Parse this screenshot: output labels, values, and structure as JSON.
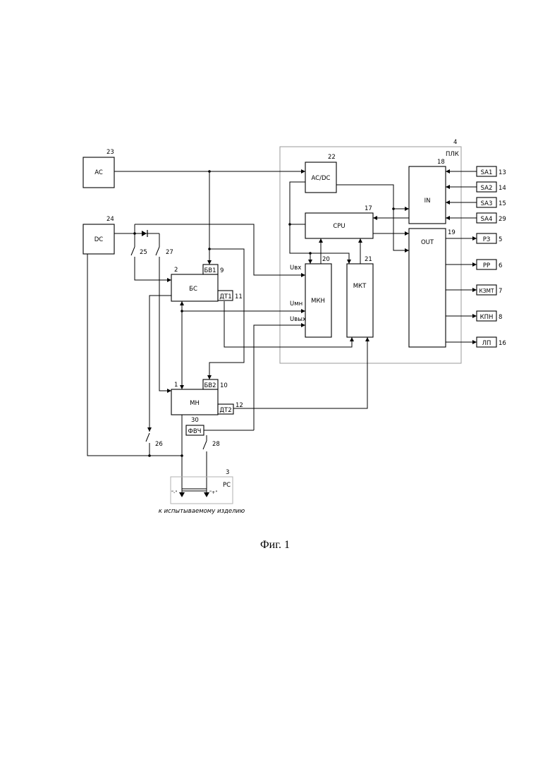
{
  "blocks": {
    "ac": "AC",
    "dc": "DC",
    "bs": "БС",
    "mn": "МН",
    "bv1": "БВ1",
    "bv2": "БВ2",
    "dt1": "ДТ1",
    "dt2": "ДТ2",
    "fvch": "ФВЧ",
    "acdc": "AC/DC",
    "cpu": "CPU",
    "mkn": "МКН",
    "mkt": "МКТ",
    "in": "IN",
    "out": "OUT",
    "sa1": "SA1",
    "sa2": "SA2",
    "sa3": "SA3",
    "sa4": "SA4",
    "rz": "РЗ",
    "rr": "РР",
    "kzmt": "КЗМТ",
    "kpn": "КПН",
    "lp": "ЛП",
    "plc": "ПЛК",
    "rc": "РС"
  },
  "numbers": {
    "n23": "23",
    "n24": "24",
    "n25": "25",
    "n27": "27",
    "n2": "2",
    "n9": "9",
    "n11": "11",
    "n1": "1",
    "n10": "10",
    "n12": "12",
    "n30": "30",
    "n26": "26",
    "n28": "28",
    "n3": "3",
    "n4": "4",
    "n22": "22",
    "n18": "18",
    "n17": "17",
    "n19": "19",
    "n20": "20",
    "n21": "21",
    "n13": "13",
    "n14": "14",
    "n15": "15",
    "n29": "29",
    "n5": "5",
    "n6": "6",
    "n7": "7",
    "n8": "8",
    "n16": "16"
  },
  "signals": {
    "ubx": "Uвх",
    "umn": "Uмн",
    "ubyx": "Uвых"
  },
  "rc_terminals": {
    "minus": "\"-\"",
    "plus": "\"+\""
  },
  "subcaption": "к испытываемому изделию",
  "caption": "Фиг. 1"
}
